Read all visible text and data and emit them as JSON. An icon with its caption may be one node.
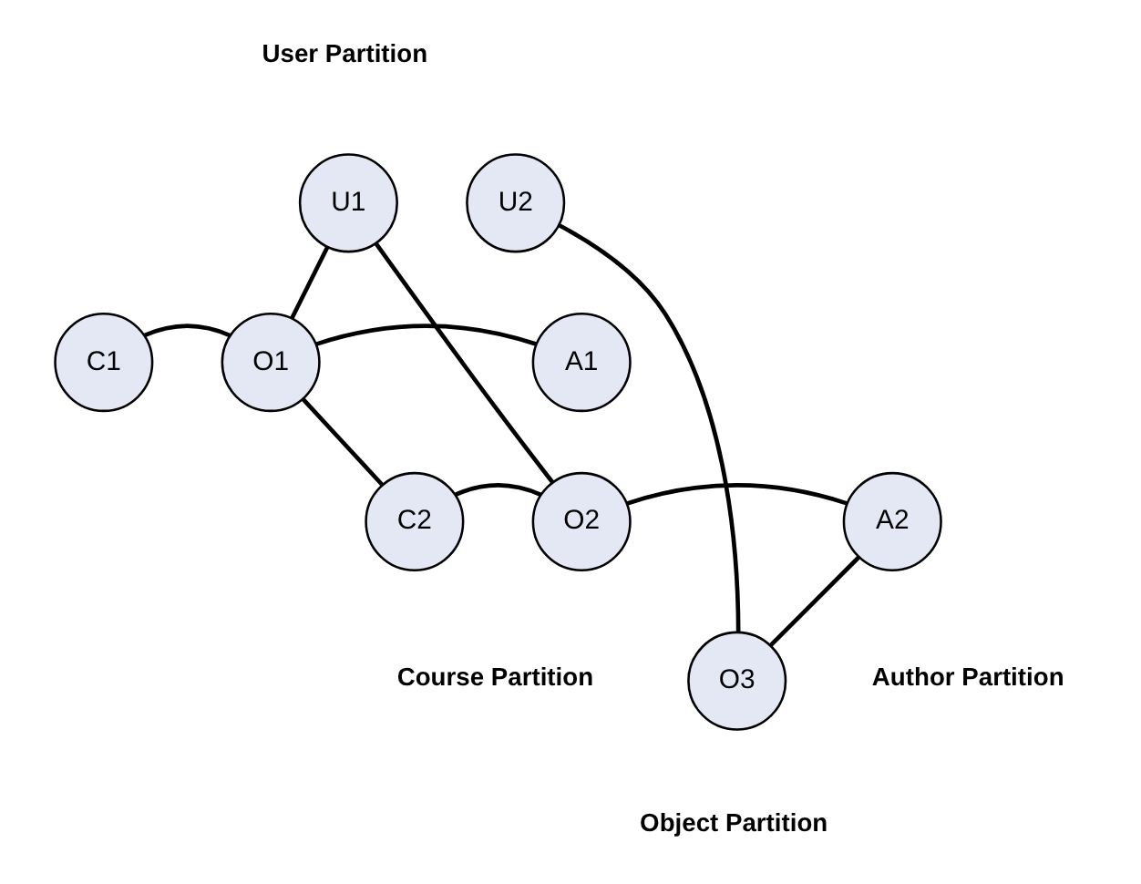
{
  "diagram": {
    "nodes": [
      {
        "text": [
          "U1"
        ]
      },
      {
        "text": [
          "U2"
        ]
      },
      {
        "text": [
          "C1"
        ]
      },
      {
        "text": [
          "O1"
        ]
      },
      {
        "text": [
          "A1"
        ]
      },
      {
        "text": [
          "C2"
        ]
      },
      {
        "text": [
          "O2"
        ]
      },
      {
        "text": [
          "A2"
        ]
      },
      {
        "text": [
          "O3"
        ]
      }
    ],
    "edges": [
      {
        "from": 0,
        "to": 3,
        "arrow": "none"
      },
      {
        "from": 0,
        "to": 6,
        "arrow": "none"
      },
      {
        "from": 1,
        "to": 8,
        "arrow": "none"
      },
      {
        "from": 2,
        "to": 3,
        "arrow": "none"
      },
      {
        "from": 5,
        "to": 3,
        "arrow": "none"
      },
      {
        "from": 5,
        "to": 6,
        "arrow": "none"
      },
      {
        "from": 3,
        "to": 4,
        "arrow": "none"
      },
      {
        "from": 6,
        "to": 7,
        "arrow": "none"
      },
      {
        "from": 8,
        "to": 7,
        "arrow": "none"
      }
    ],
    "labels": [
      "User Partition",
      "Course Partition",
      "Author Partition",
      "Object Partition"
    ]
  }
}
